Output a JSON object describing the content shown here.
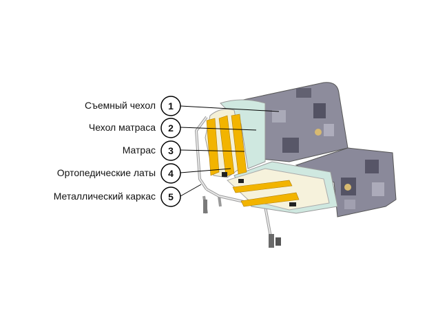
{
  "labels": [
    {
      "number": "1",
      "text": "Съемный чехол"
    },
    {
      "number": "2",
      "text": "Чехол матраса"
    },
    {
      "number": "3",
      "text": "Матрас"
    },
    {
      "number": "4",
      "text": "Ортопедические латы"
    },
    {
      "number": "5",
      "text": "Металлический каркас"
    }
  ],
  "colors": {
    "cover": "#8d8c9c",
    "cover_dark": "#6b6a7a",
    "mattress_cover": "#cfe8e0",
    "mattress": "#f4f0d6",
    "slats": "#f2b400",
    "frame": "#e8e8e8",
    "line": "#000000"
  }
}
